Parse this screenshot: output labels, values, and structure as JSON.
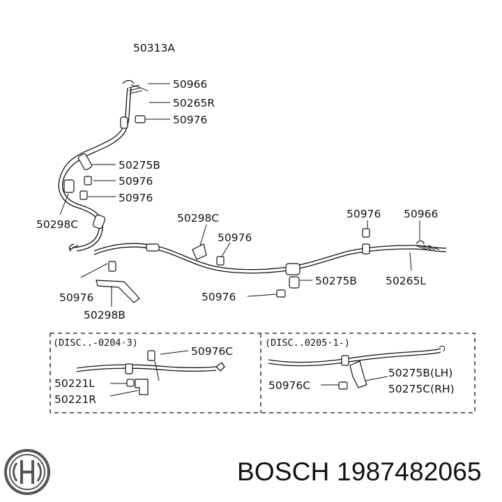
{
  "diagram": {
    "labels": {
      "l_50313A": "50313A",
      "l_50966_top": "50966",
      "l_50265R": "50265R",
      "l_50976_a": "50976",
      "l_50275B_top": "50275B",
      "l_50976_b": "50976",
      "l_50976_c": "50976",
      "l_50298C_left": "50298C",
      "l_50298C_mid": "50298C",
      "l_50976_d": "50976",
      "l_50976_e": "50976",
      "l_50966_right": "50966",
      "l_50265L": "50265L",
      "l_50275B_mid": "50275B",
      "l_50976_f": "50976",
      "l_50976_g": "50976",
      "l_50298B": "50298B"
    },
    "inset_left": {
      "note": "(DISC..-0204·3)",
      "l_50976C": "50976C",
      "l_50221L": "50221L",
      "l_50221R": "50221R"
    },
    "inset_right": {
      "note": "(DISC..0205·1-)",
      "l_50976C": "50976C",
      "l_50275B_LH": "50275B(LH)",
      "l_50275C_RH": "50275C(RH)"
    }
  },
  "brand": {
    "logo_icon": "bosch-armature-logo",
    "text": "BOSCH 1987482065"
  }
}
